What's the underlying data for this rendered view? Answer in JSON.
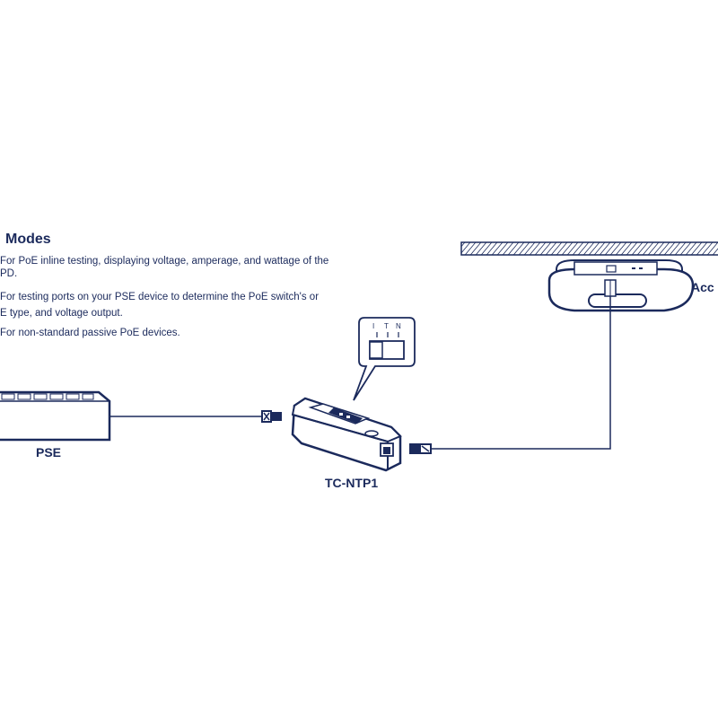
{
  "modes": {
    "title": "Modes",
    "lines": [
      "For PoE inline testing, displaying voltage, amperage, and wattage of the",
      "PD.",
      "For testing ports on your PSE device to determine the PoE switch's or",
      "E type, and voltage output.",
      "For non-standard passive PoE devices."
    ]
  },
  "switch_letters": [
    "I",
    "T",
    "N"
  ],
  "labels": {
    "pse": "PSE",
    "device": "TC-NTP1",
    "access_point": "Acc"
  },
  "colors": {
    "ink": "#1b2a5c",
    "ceiling_hatch": "#8a8fa0"
  }
}
